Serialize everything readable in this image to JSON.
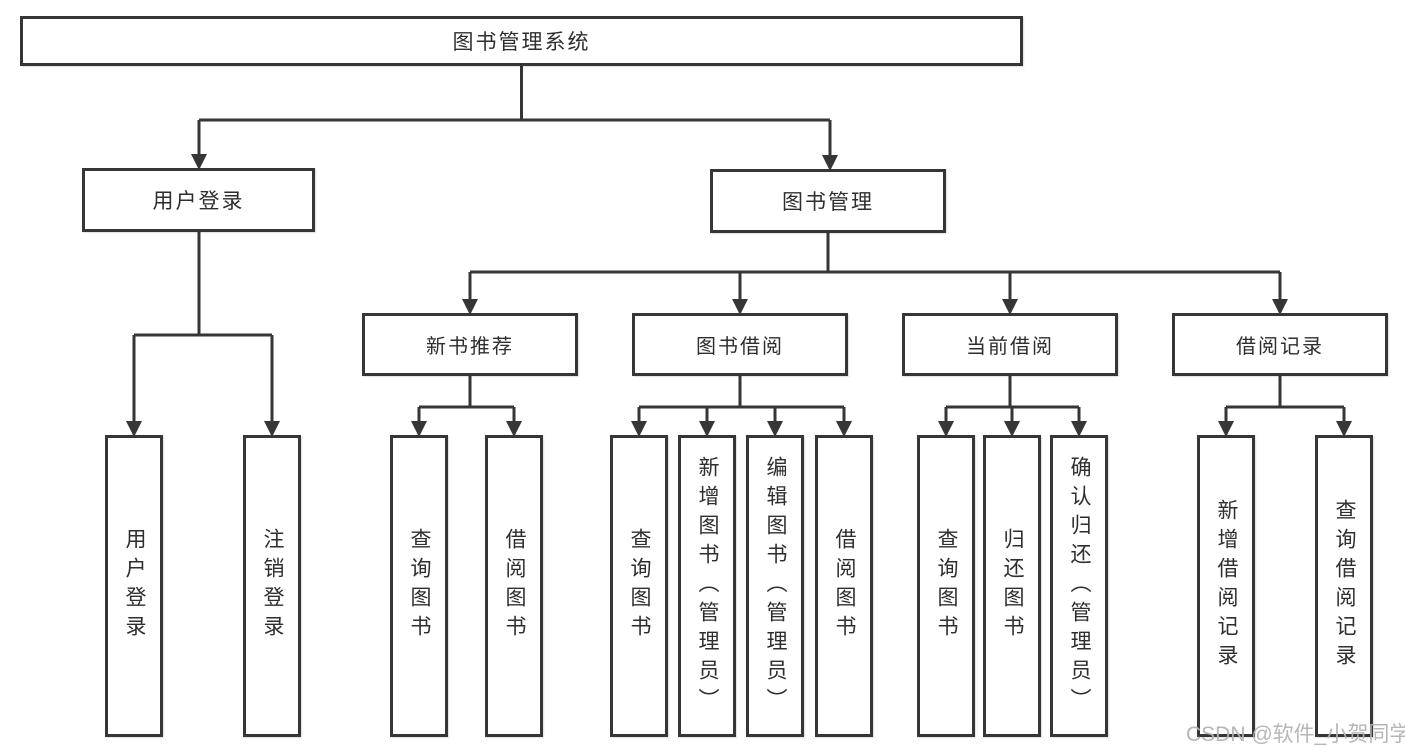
{
  "tree": {
    "root": "图书管理系统",
    "children": [
      {
        "label": "用户登录",
        "children": [
          "用户登录",
          "注销登录"
        ]
      },
      {
        "label": "图书管理",
        "children": [
          {
            "label": "新书推荐",
            "children": [
              "查询图书",
              "借阅图书"
            ]
          },
          {
            "label": "图书借阅",
            "children": [
              "查询图书",
              "新增图书（管理员）",
              "编辑图书（管理员）",
              "借阅图书"
            ]
          },
          {
            "label": "当前借阅",
            "children": [
              "查询图书",
              "归还图书",
              "确认归还（管理员）"
            ]
          },
          {
            "label": "借阅记录",
            "children": [
              "新增借阅记录",
              "查询借阅记录"
            ]
          }
        ]
      }
    ]
  },
  "watermark": {
    "text": "CSDN @软件_小贺同学"
  },
  "colors": {
    "line": "#363636",
    "box_border": "#363636",
    "box_background": "#ffffff",
    "text": "#2e2e2e",
    "watermark": "#b2b2b2"
  }
}
